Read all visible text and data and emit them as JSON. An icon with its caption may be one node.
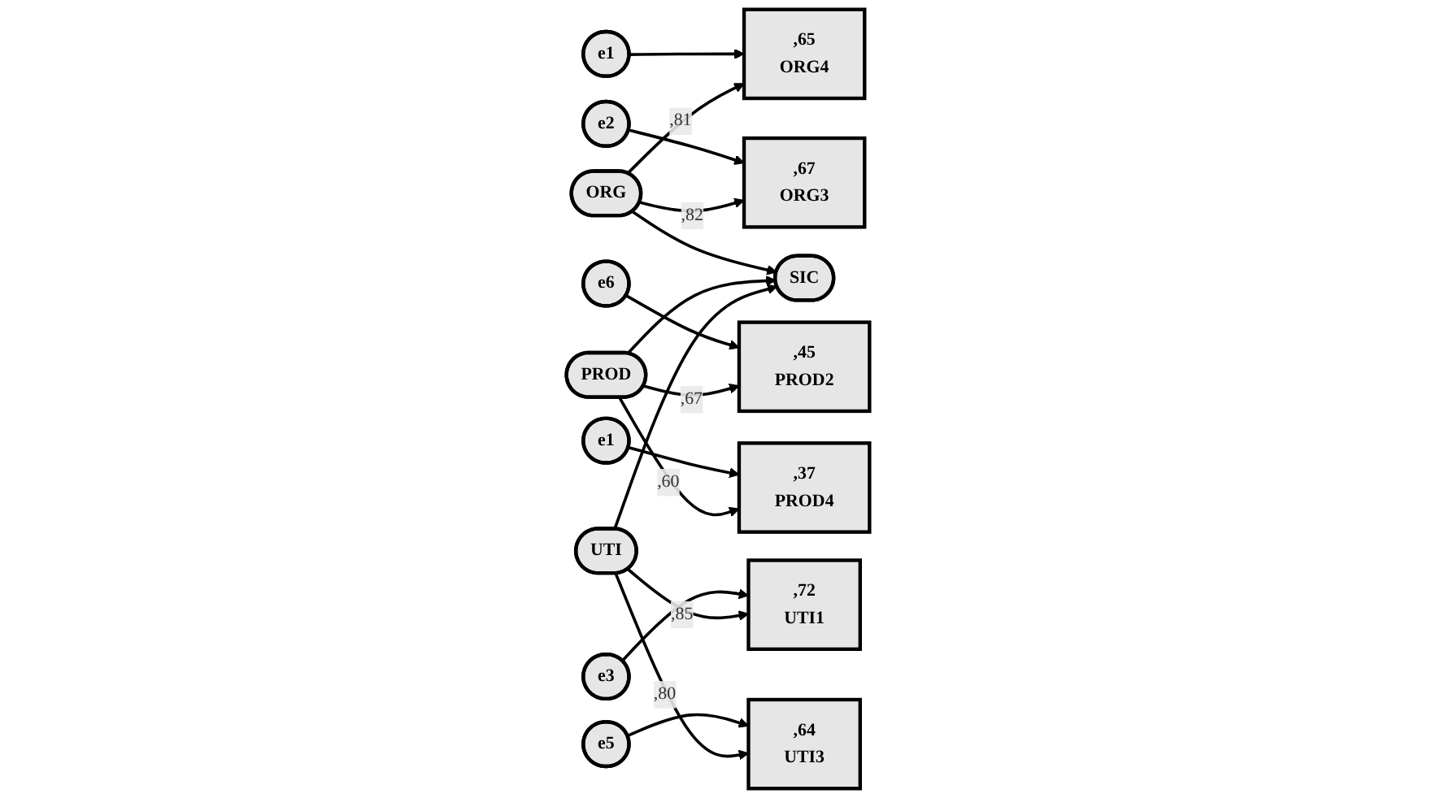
{
  "diagram": {
    "nodes": [
      {
        "text": [
          "e2"
        ]
      },
      {
        "text": [
          ",67",
          "ORG3"
        ]
      },
      {
        "text": [
          "e1"
        ]
      },
      {
        "text": [
          ",65",
          "ORG4"
        ]
      },
      {
        "text": [
          "e6"
        ]
      },
      {
        "text": [
          ",45",
          "PROD2"
        ]
      },
      {
        "text": [
          "e1"
        ]
      },
      {
        "text": [
          ",37",
          "PROD4"
        ]
      },
      {
        "text": [
          "e3"
        ]
      },
      {
        "text": [
          ",72",
          "UTI1"
        ]
      },
      {
        "text": [
          "e5"
        ]
      },
      {
        "text": [
          ",64",
          "UTI3"
        ]
      },
      {
        "text": [
          "ORG"
        ]
      },
      {
        "text": [
          "PROD"
        ]
      },
      {
        "text": [
          "UTI"
        ]
      },
      {
        "text": [
          "SIC"
        ]
      }
    ],
    "edges": [
      {
        "from": 0,
        "to": 1,
        "arrow": "to"
      },
      {
        "from": 2,
        "to": 3,
        "arrow": "to"
      },
      {
        "from": 4,
        "to": 5,
        "arrow": "to"
      },
      {
        "from": 6,
        "to": 7,
        "arrow": "to"
      },
      {
        "from": 8,
        "to": 9,
        "arrow": "to"
      },
      {
        "from": 10,
        "to": 11,
        "arrow": "to"
      },
      {
        "from": 12,
        "to": 1,
        "arrow": "to",
        "label": ",82"
      },
      {
        "from": 12,
        "to": 3,
        "arrow": "to",
        "label": ",81"
      },
      {
        "from": 13,
        "to": 5,
        "arrow": "to",
        "label": ",67"
      },
      {
        "from": 13,
        "to": 7,
        "arrow": "to",
        "label": ",60"
      },
      {
        "from": 14,
        "to": 9,
        "arrow": "to",
        "label": ",85"
      },
      {
        "from": 14,
        "to": 11,
        "arrow": "to",
        "label": ",80"
      },
      {
        "from": 12,
        "to": 15,
        "arrow": "to"
      },
      {
        "from": 13,
        "to": 15,
        "arrow": "to"
      },
      {
        "from": 14,
        "to": 15,
        "arrow": "to"
      }
    ]
  }
}
